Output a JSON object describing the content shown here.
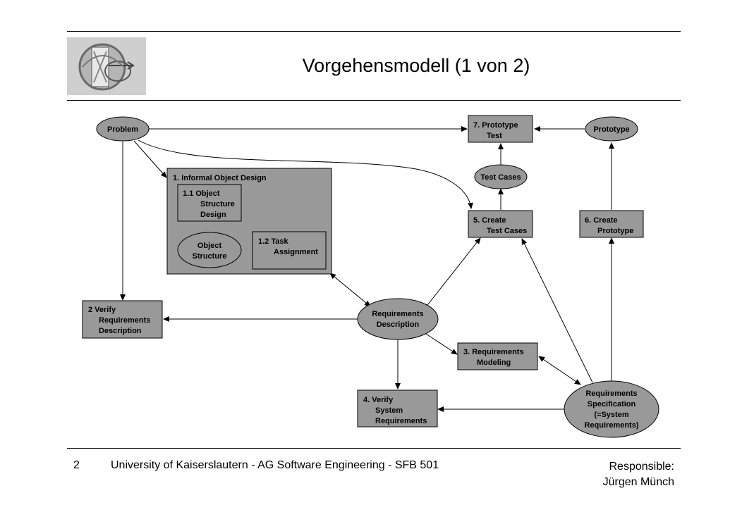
{
  "header": {
    "title": "Vorgehensmodell (1 von 2)"
  },
  "diagram": {
    "nodes": {
      "problem": [
        "Problem"
      ],
      "informal_design": [
        "1. Informal Object Design"
      ],
      "object_structure_design": [
        "1.1  Object",
        "Structure",
        "Design"
      ],
      "object_structure": [
        "Object",
        "Structure"
      ],
      "task_assignment": [
        "1.2  Task",
        "Assignment"
      ],
      "verify_req_desc": [
        "2  Verify",
        "Requirements",
        "Description"
      ],
      "req_description": [
        "Requirements",
        "Description"
      ],
      "req_modeling": [
        "3.  Requirements",
        "Modeling"
      ],
      "verify_system_req": [
        "4.  Verify",
        "System",
        "Requirements"
      ],
      "create_test_cases": [
        "5.  Create",
        "Test Cases"
      ],
      "test_cases": [
        "Test Cases"
      ],
      "create_prototype": [
        "6.  Create",
        "Prototype"
      ],
      "prototype_test": [
        "7.  Prototype",
        "Test"
      ],
      "prototype": [
        "Prototype"
      ],
      "req_specification": [
        "Requirements",
        "Specification",
        "(=System",
        "Requirements)"
      ]
    }
  },
  "footer": {
    "page_number": "2",
    "affiliation": "University of Kaiserslautern  -  AG Software Engineering - SFB 501",
    "responsible_label": "Responsible:",
    "responsible_name": "Jürgen Münch"
  },
  "colors": {
    "node_fill": "#999999",
    "stroke": "#000000"
  }
}
